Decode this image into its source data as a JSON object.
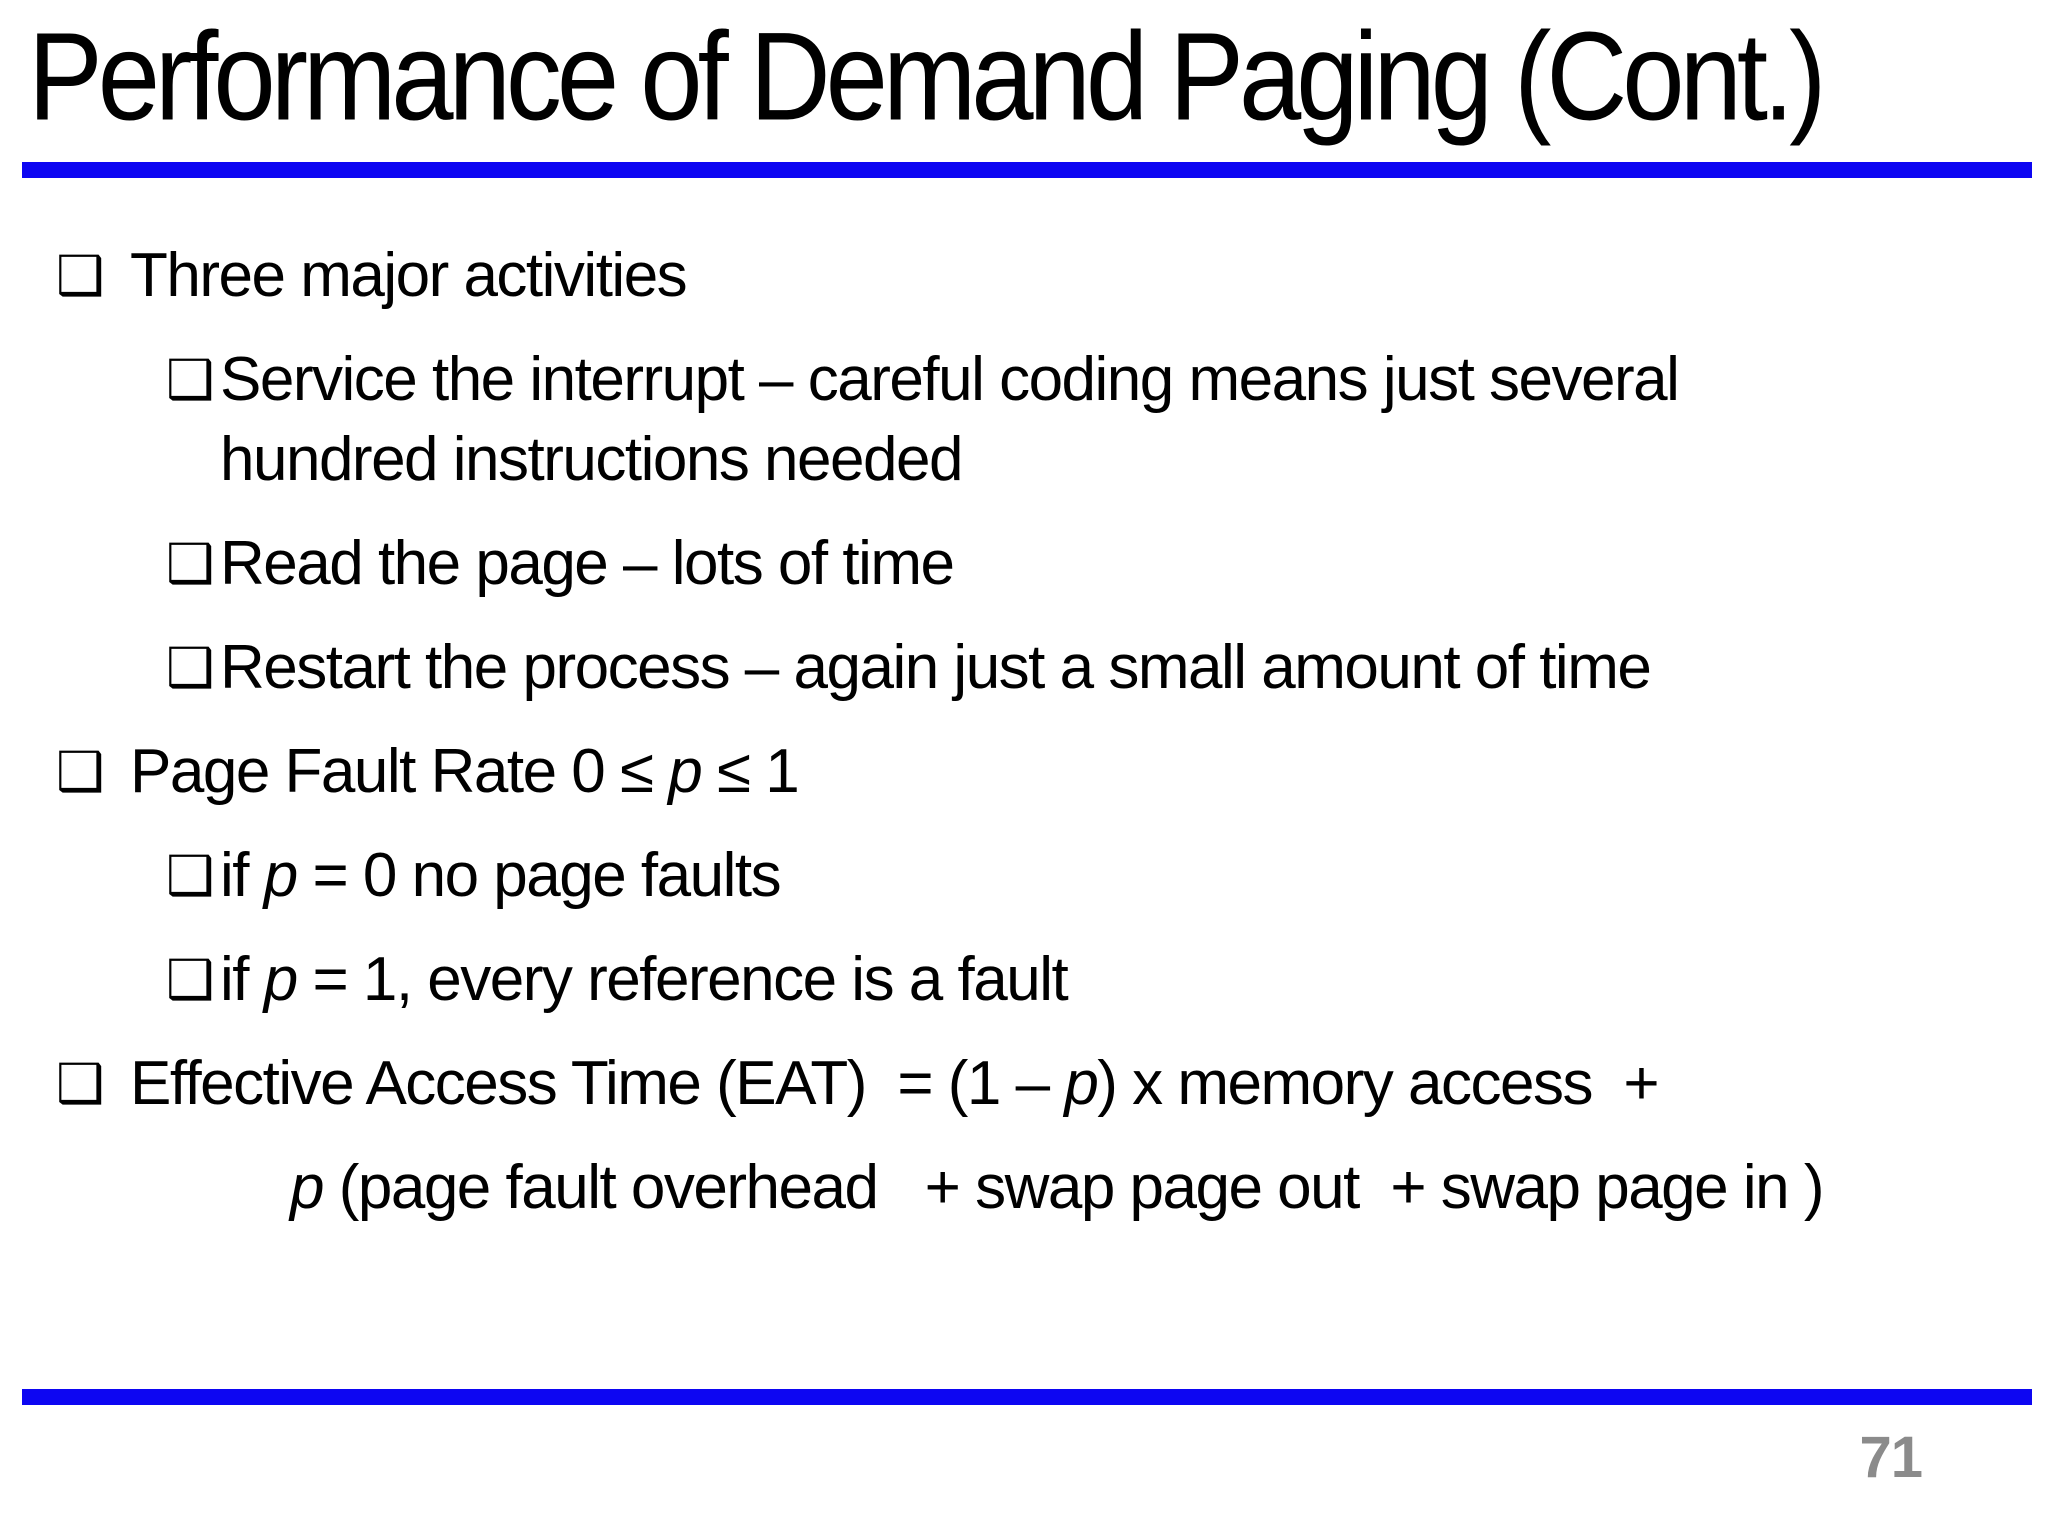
{
  "slide": {
    "title": "Performance of Demand Paging (Cont.)",
    "page_number": "71",
    "accent_color": "#0d06f2",
    "page_number_color": "#8b8b8b",
    "bullet_glyph": "❑",
    "body": {
      "items": [
        {
          "level": 1,
          "segments": [
            "Three major activities"
          ]
        },
        {
          "level": 2,
          "segments": [
            "Service the interrupt – careful coding means just several",
            "hundred instructions needed"
          ]
        },
        {
          "level": 2,
          "segments": [
            "Read the page – lots of time"
          ]
        },
        {
          "level": 2,
          "segments": [
            "Restart the process – again just a small amount of time"
          ]
        },
        {
          "level": 1,
          "segments": [
            "Page Fault Rate 0 ≤ ",
            "p",
            " ≤ 1"
          ]
        },
        {
          "level": 2,
          "segments": [
            "if ",
            "p",
            " = 0 no page faults"
          ]
        },
        {
          "level": 2,
          "segments": [
            "if ",
            "p",
            " = 1, every reference is a fault"
          ]
        },
        {
          "level": 1,
          "segments": [
            "Effective Access Time (EAT)  = (1 – ",
            "p",
            ") x memory access  +"
          ]
        },
        {
          "level": 0,
          "segments": [
            "p",
            " (page fault overhead   + swap page out  + swap page in )"
          ]
        }
      ]
    }
  }
}
